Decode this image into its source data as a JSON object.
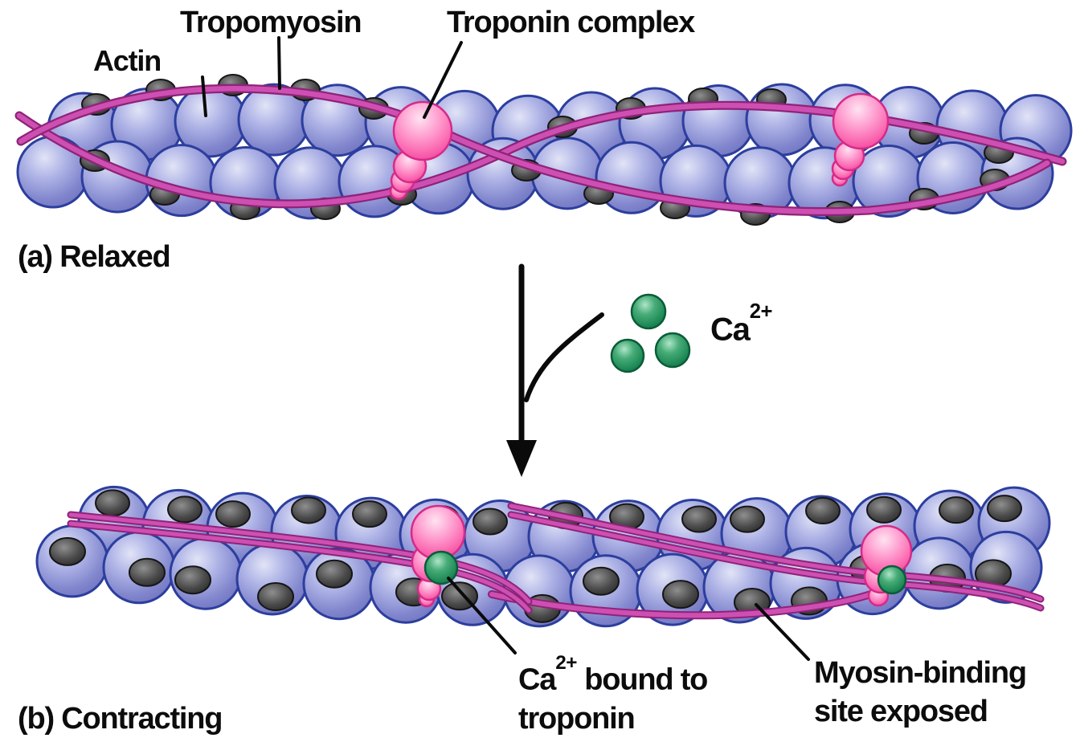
{
  "figure": {
    "title_labels": {
      "actin": "Actin",
      "tropomyosin": "Tropomyosin",
      "troponin_complex": "Troponin complex"
    },
    "panel_a": {
      "marker": "(a)",
      "title": "Relaxed"
    },
    "panel_b": {
      "marker": "(b)",
      "title": "Contracting"
    },
    "ca_ion": {
      "base": "Ca",
      "sup": "2+"
    },
    "annotations": {
      "ca_bound": {
        "base": "Ca",
        "sup": "2+",
        "rest": " bound to",
        "line2": "troponin"
      },
      "myosin": {
        "line1": "Myosin-binding",
        "line2": "site exposed"
      }
    },
    "colors": {
      "background": "#ffffff",
      "actin_fill_light": "#e2e4f6",
      "actin_fill_mid": "#aeb3e6",
      "actin_fill_deep": "#7f84cc",
      "actin_fill_edge": "#6f74bd",
      "actin_stroke": "#2c3e9e",
      "tropomyosin_bright": "#ce4fb2",
      "tropomyosin_dark": "#8e2378",
      "troponin_light": "#ffe3f1",
      "troponin_mid": "#ffaed8",
      "troponin_deep": "#fb6cb3",
      "troponin_edge_fill": "#ef3f98",
      "troponin_stroke": "#d62a88",
      "calcium_light": "#aee6c8",
      "calcium_mid": "#46ab77",
      "calcium_deep": "#1f8a57",
      "calcium_edge_fill": "#127144",
      "calcium_stroke": "#0b5c38",
      "binding_site_light": "#8f8f8f",
      "binding_site_mid": "#4a4a4a",
      "binding_site_deep": "#2b2b2b",
      "binding_site_stroke": "#161616",
      "line_color": "#0a0a0a",
      "text_color": "#0c0c0c"
    }
  }
}
